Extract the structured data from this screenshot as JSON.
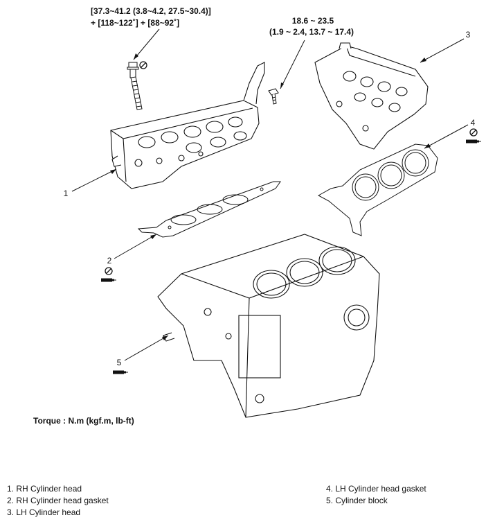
{
  "torque_callouts": {
    "head_bolt_line1": "[37.3~41.2 (3.8~4.2, 27.5~30.4)]",
    "head_bolt_line2": "+ [118~122˚] + [88~92˚]",
    "small_bolt_line1": "18.6 ~ 23.5",
    "small_bolt_line2": "(1.9 ~ 2.4, 13.7 ~ 17.4)"
  },
  "callout_numbers": [
    "1",
    "2",
    "3",
    "4",
    "5"
  ],
  "torque_caption": "Torque : N.m (kgf.m, lb-ft)",
  "legend_left": [
    "1. RH Cylinder head",
    "2. RH Cylinder head gasket",
    "3. LH Cylinder head"
  ],
  "legend_right": [
    "4. LH Cylinder head gasket",
    "5. Cylinder block"
  ],
  "icons": {
    "do_not_reuse": "do-not-reuse-icon",
    "sealant": "sealant-icon"
  },
  "colors": {
    "line": "#111111",
    "background": "#ffffff"
  }
}
